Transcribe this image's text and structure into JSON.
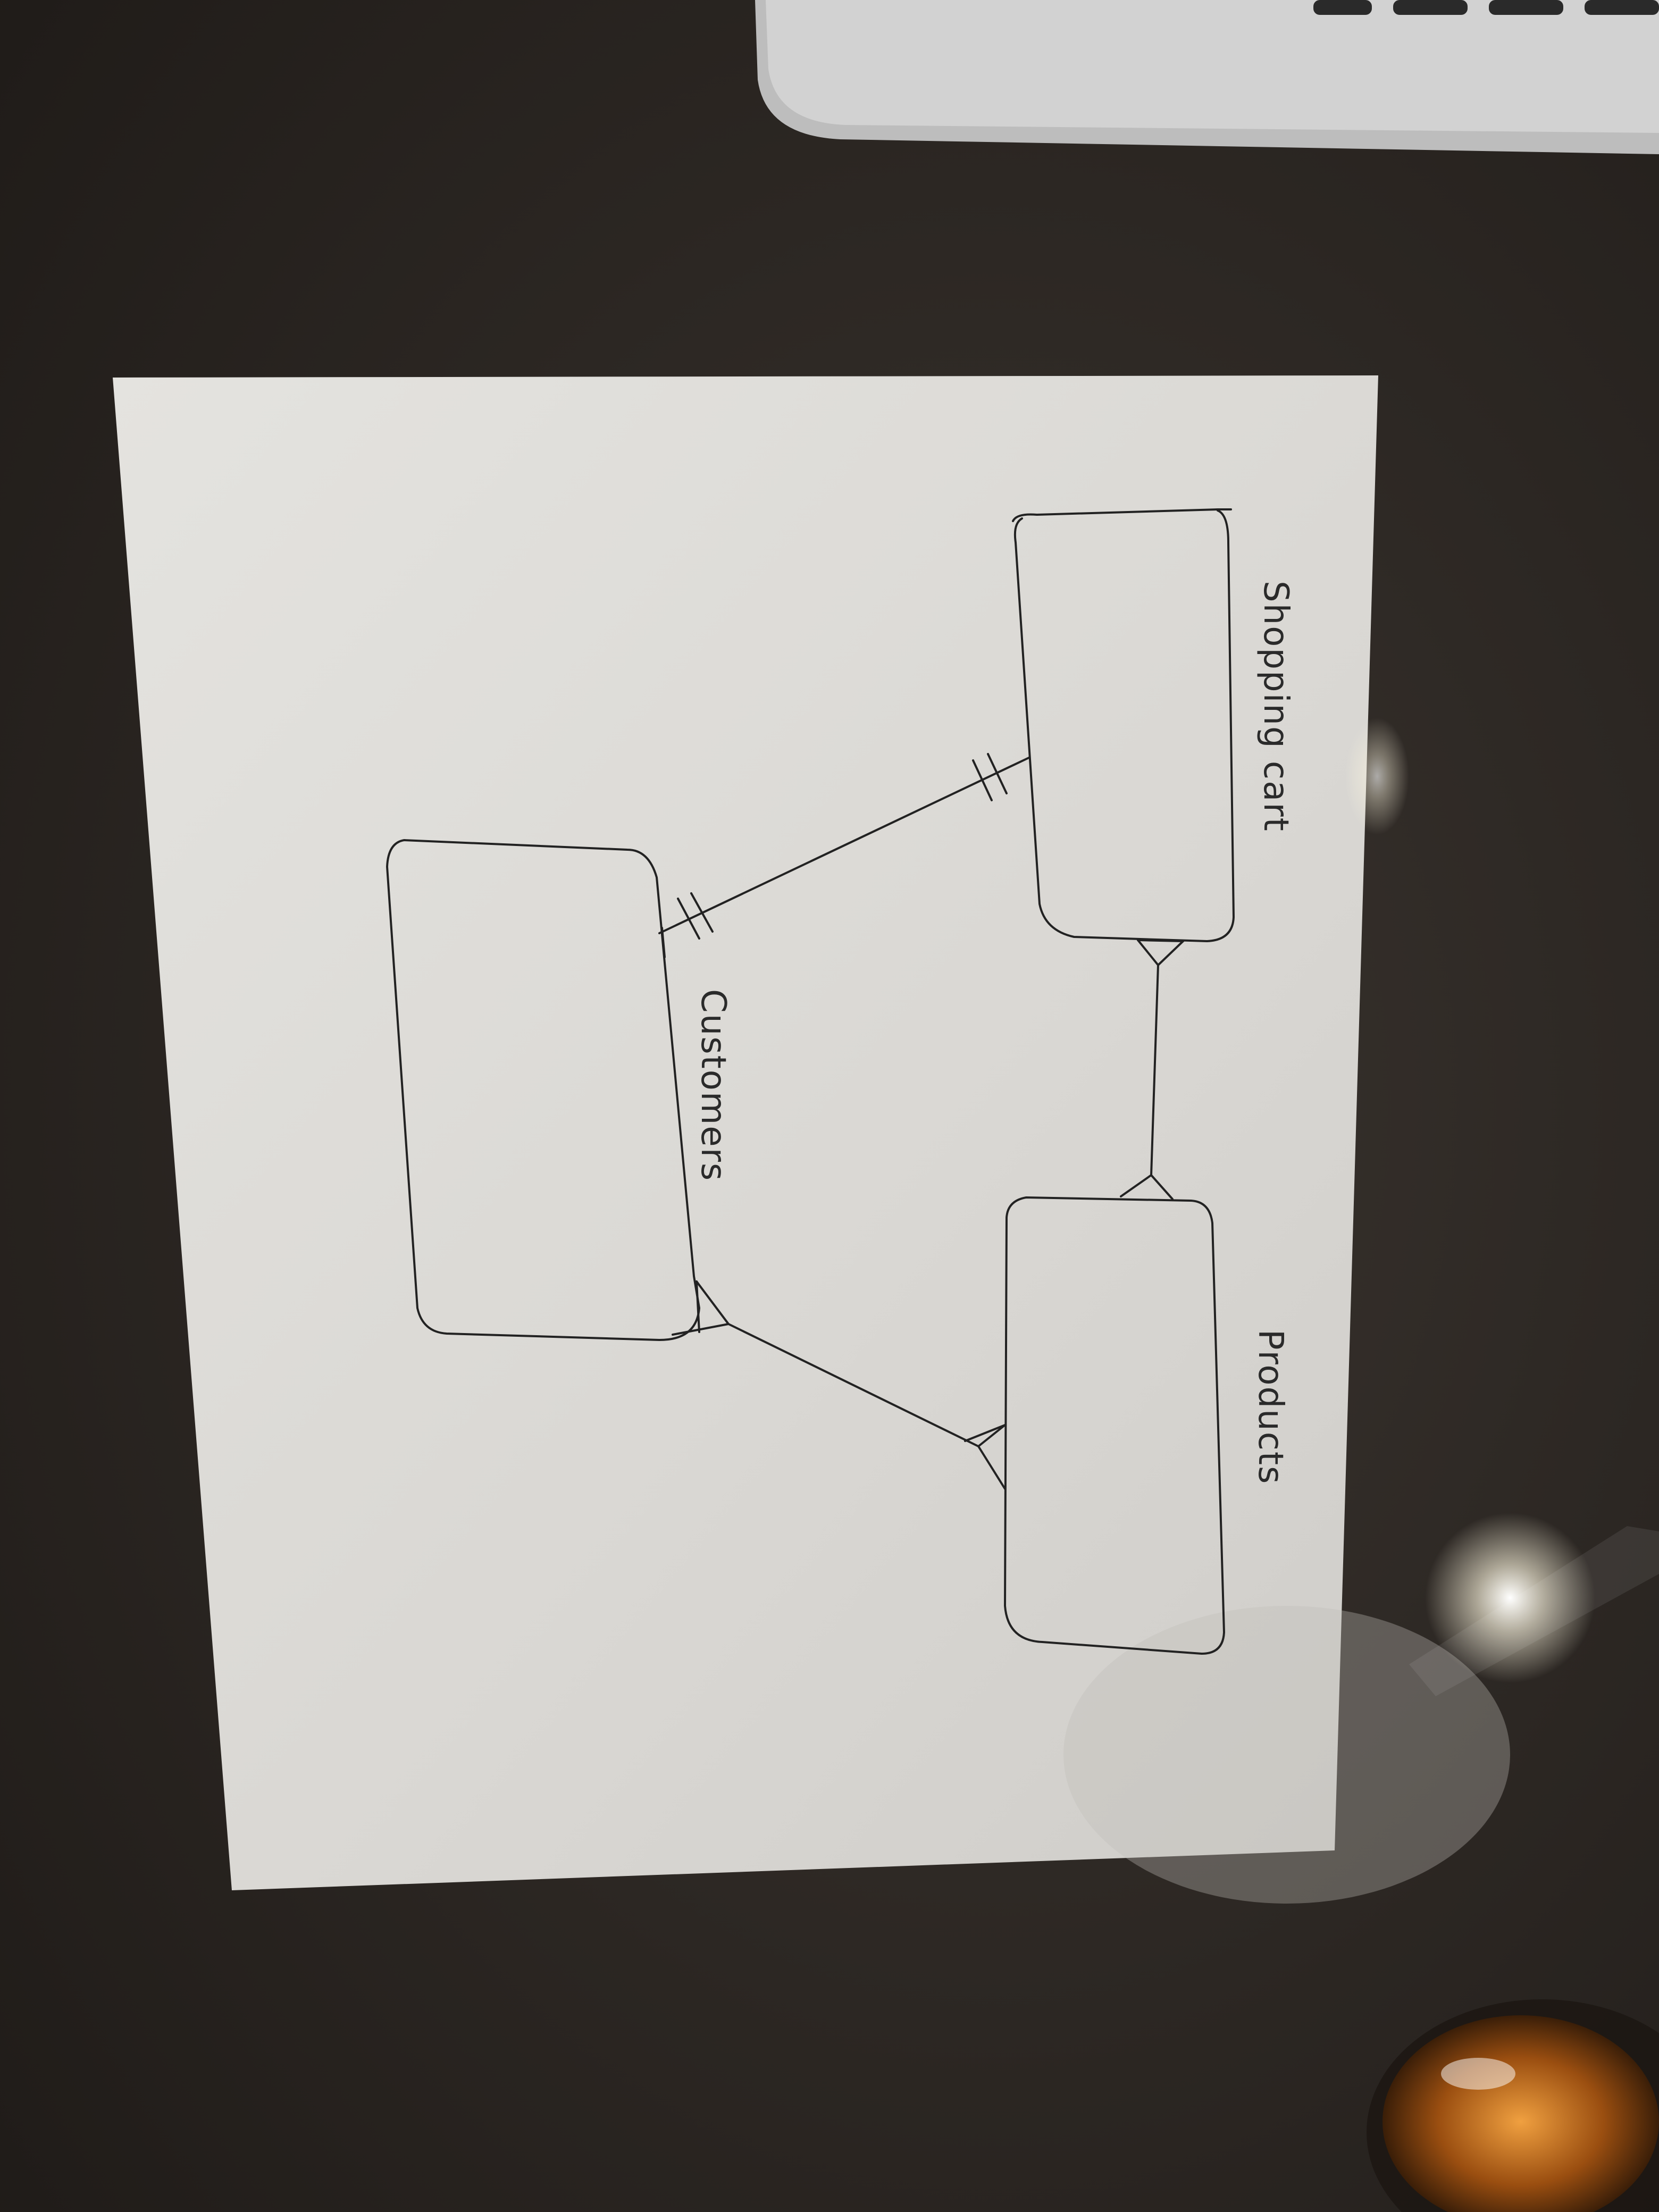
{
  "diagram": {
    "type": "entity-relationship",
    "entities": [
      {
        "id": "shopping-cart",
        "label": "Shopping cart"
      },
      {
        "id": "customers",
        "label": "Customers"
      },
      {
        "id": "products",
        "label": "Products"
      }
    ],
    "relationships": [
      {
        "from": "customers",
        "to": "shopping-cart",
        "from_cardinality": "one-and-only-one",
        "to_cardinality": "one-and-only-one"
      },
      {
        "from": "shopping-cart",
        "to": "products",
        "from_cardinality": "many",
        "to_cardinality": "many"
      },
      {
        "from": "customers",
        "to": "products",
        "from_cardinality": "many",
        "to_cardinality": "many"
      }
    ]
  },
  "colors": {
    "desk": "#2b2622",
    "paper": "#dddcd8",
    "ink": "#222222",
    "laptop": "#c9c9c9"
  }
}
